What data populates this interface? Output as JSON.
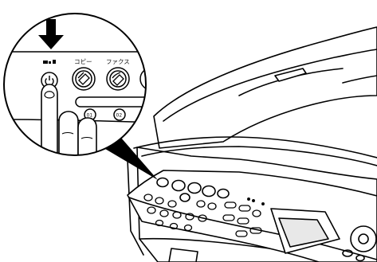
{
  "inset": {
    "button_labels": {
      "copy": "コピー",
      "fax": "ファクス"
    },
    "number_keys": [
      "01",
      "02"
    ]
  },
  "icons": {
    "power": "power-icon",
    "copy": "copy-icon",
    "fax": "fax-icon",
    "arrow": "down-arrow-icon",
    "scan": "scan-icon"
  }
}
